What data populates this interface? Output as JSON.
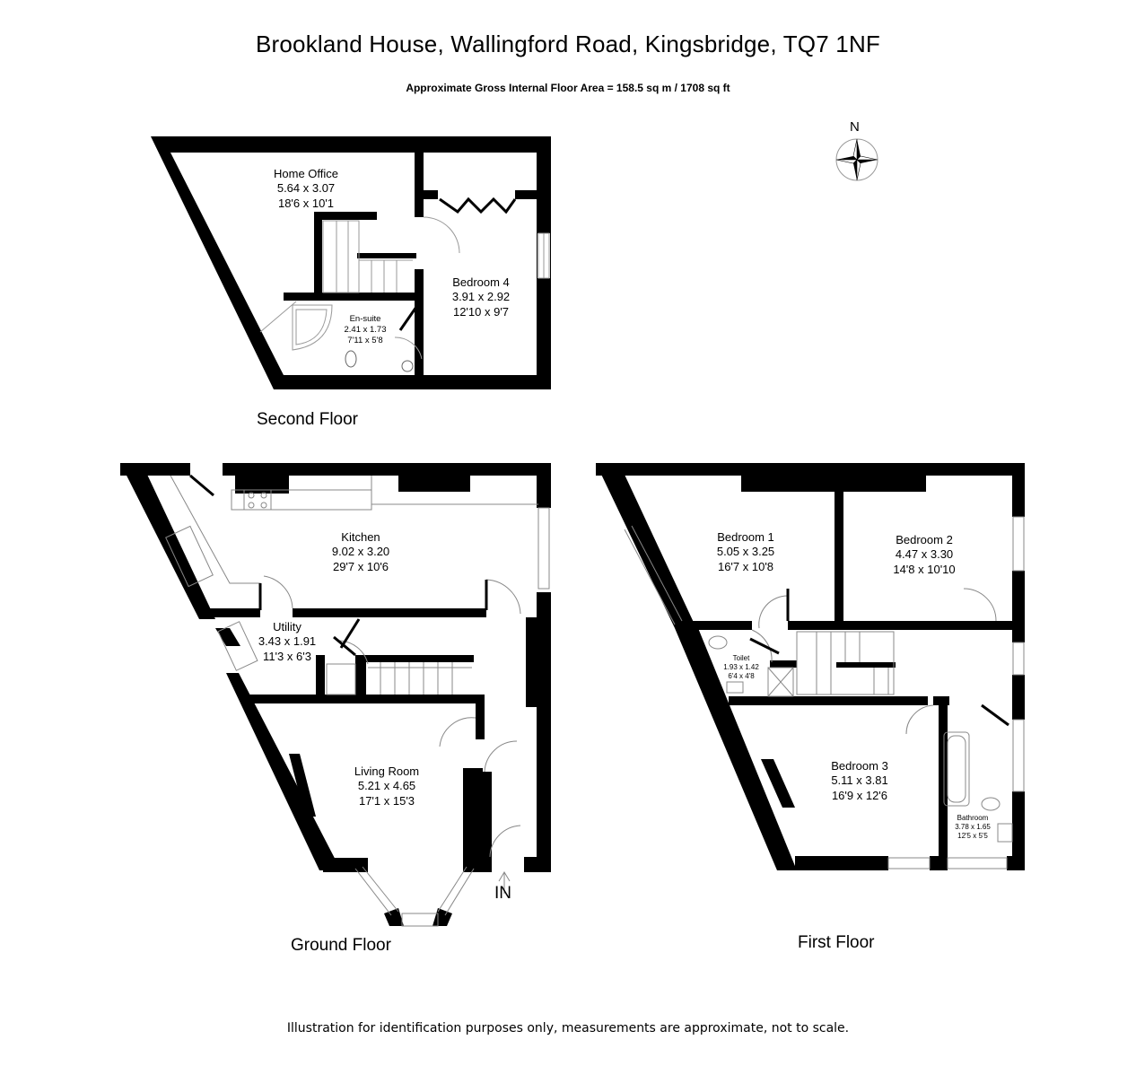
{
  "header": {
    "title": "Brookland House, Wallingford Road, Kingsbridge, TQ7 1NF",
    "area": "Approximate Gross Internal Floor Area  = 158.5 sq m / 1708 sq ft"
  },
  "compass": {
    "label": "N"
  },
  "floors": {
    "second": {
      "label": "Second Floor",
      "rooms": [
        {
          "name": "Home Office",
          "metric": "5.64 x 3.07",
          "imperial": "18'6 x 10'1"
        },
        {
          "name": "Bedroom 4",
          "metric": "3.91 x 2.92",
          "imperial": "12'10 x 9'7"
        },
        {
          "name": "En-suite",
          "metric": "2.41 x 1.73",
          "imperial": "7'11 x 5'8"
        }
      ]
    },
    "ground": {
      "label": "Ground Floor",
      "entrance": "IN",
      "rooms": [
        {
          "name": "Kitchen",
          "metric": "9.02 x 3.20",
          "imperial": "29'7 x 10'6"
        },
        {
          "name": "Utility",
          "metric": "3.43 x 1.91",
          "imperial": "11'3 x 6'3"
        },
        {
          "name": "Living Room",
          "metric": "5.21 x 4.65",
          "imperial": "17'1 x 15'3"
        }
      ]
    },
    "first": {
      "label": "First Floor",
      "rooms": [
        {
          "name": "Bedroom 1",
          "metric": "5.05 x 3.25",
          "imperial": "16'7 x 10'8"
        },
        {
          "name": "Bedroom 2",
          "metric": "4.47 x 3.30",
          "imperial": "14'8 x 10'10"
        },
        {
          "name": "Toilet",
          "metric": "1.93 x 1.42",
          "imperial": "6'4 x 4'8"
        },
        {
          "name": "Bedroom 3",
          "metric": "5.11 x 3.81",
          "imperial": "16'9 x 12'6"
        },
        {
          "name": "Bathroom",
          "metric": "3.78 x 1.65",
          "imperial": "12'5 x 5'5"
        }
      ]
    }
  },
  "footer": {
    "disclaimer": "Illustration for identification purposes only, measurements are approximate, not to scale."
  }
}
